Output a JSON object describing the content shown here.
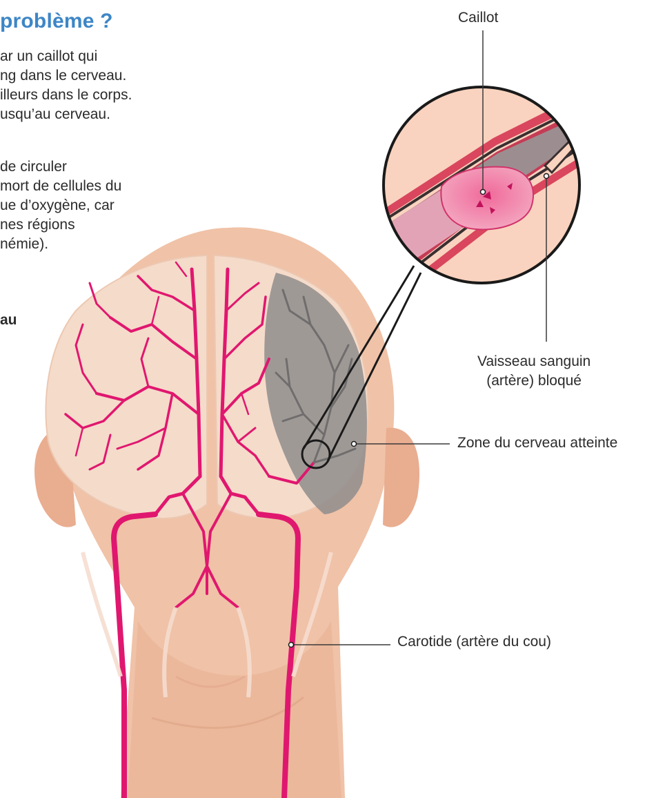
{
  "title": "problème ?",
  "paragraph1": [
    "ar un caillot qui",
    "ng dans le cerveau.",
    "illeurs dans le corps.",
    "usqu’au cerveau."
  ],
  "paragraph2": [
    "de circuler",
    "mort de cellules du",
    "ue d’oxygène, car",
    "nes régions",
    "némie)."
  ],
  "bold_fragment": "au",
  "labels": {
    "clot": "Caillot",
    "vessel": [
      "Vaisseau sanguin",
      "(artère) bloqué"
    ],
    "zone": "Zone du cerveau atteinte",
    "carotid": "Carotide (artère du cou)"
  },
  "colors": {
    "title": "#3d86c6",
    "artery": "#e0176f",
    "skin": "#f2c2a6",
    "brain": "#f4d6c4",
    "affected_zone": "#8c8a8a"
  }
}
